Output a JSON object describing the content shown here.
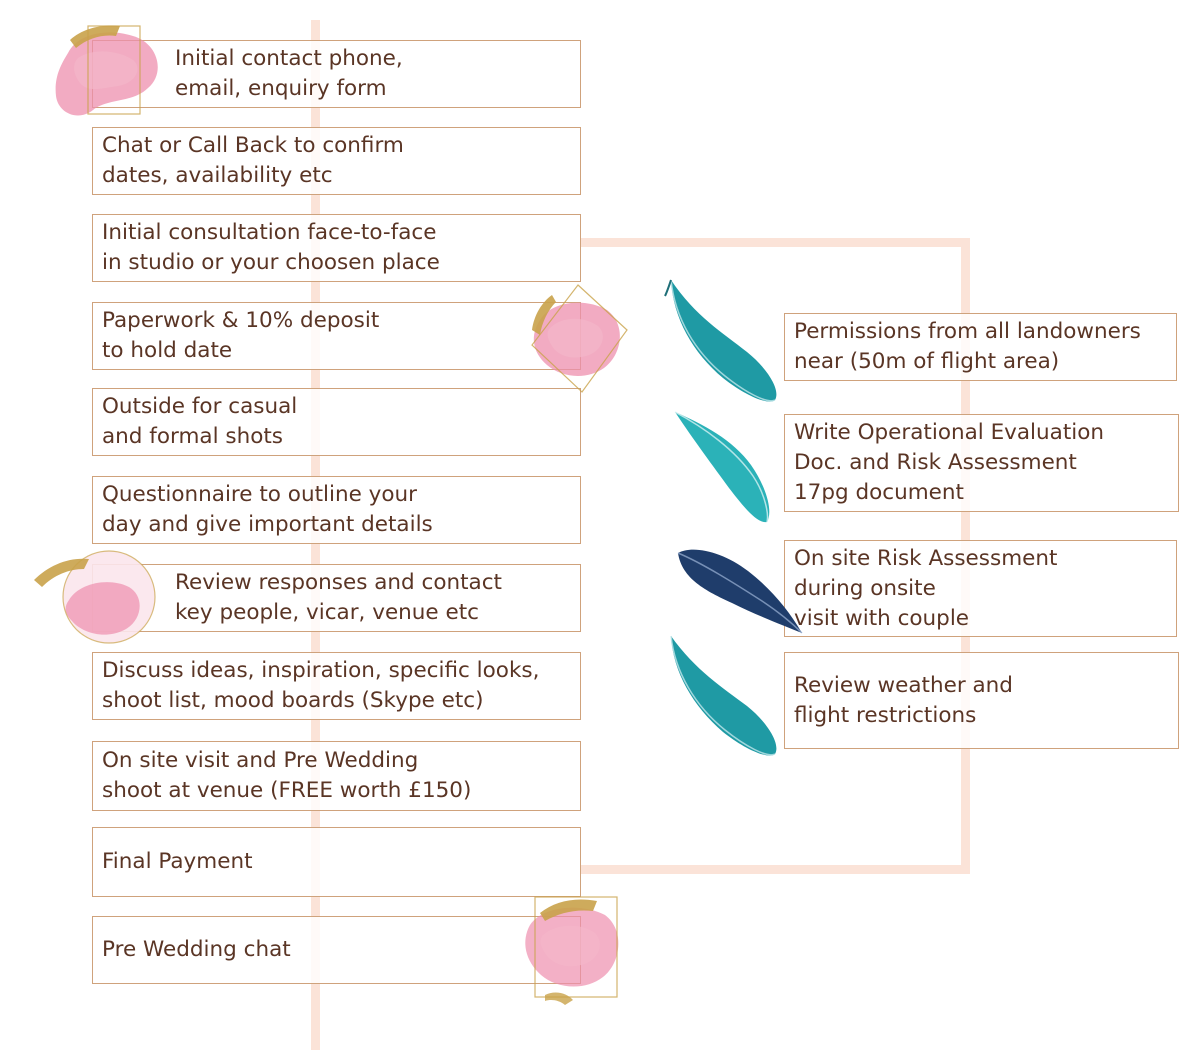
{
  "steps": [
    {
      "text": "Initial contact phone,\nemail, enquiry form"
    },
    {
      "text": "Chat or Call Back to confirm\ndates, availability etc"
    },
    {
      "text": "Initial consultation face-to-face\nin studio or your choosen place"
    },
    {
      "text": "Paperwork & 10% deposit\nto hold date"
    },
    {
      "text": "Outside for casual\nand formal shots"
    },
    {
      "text": "Questionnaire to outline your\nday and give important details"
    },
    {
      "text": "Review responses and contact\nkey people, vicar, venue etc"
    },
    {
      "text": "Discuss ideas, inspiration, specific looks,\nshoot list, mood boards (Skype etc)"
    },
    {
      "text": "On site visit and Pre Wedding\nshoot at venue (FREE worth £150)"
    },
    {
      "text": "Final Payment"
    },
    {
      "text": "Pre Wedding chat"
    }
  ],
  "drone_steps": [
    {
      "text": "Permissions from all landowners\nnear (50m of flight area)"
    },
    {
      "text": "Write Operational Evaluation\nDoc. and Risk Assessment\n17pg document"
    },
    {
      "text": "On site Risk Assessment\nduring onsite\nvisit with couple"
    },
    {
      "text": "Review weather and\nflight restrictions"
    }
  ],
  "colors": {
    "box_border": "#cfa27c",
    "text": "#5a3525",
    "connector": "#fbe3d8",
    "watercolor_pink": "#ee8fae",
    "gold": "#c9a24a",
    "feather_teal": "#1f9aa4",
    "feather_navy": "#1f3d6b"
  },
  "icons": [
    "watercolor-splash",
    "teal-feather",
    "navy-feather"
  ]
}
